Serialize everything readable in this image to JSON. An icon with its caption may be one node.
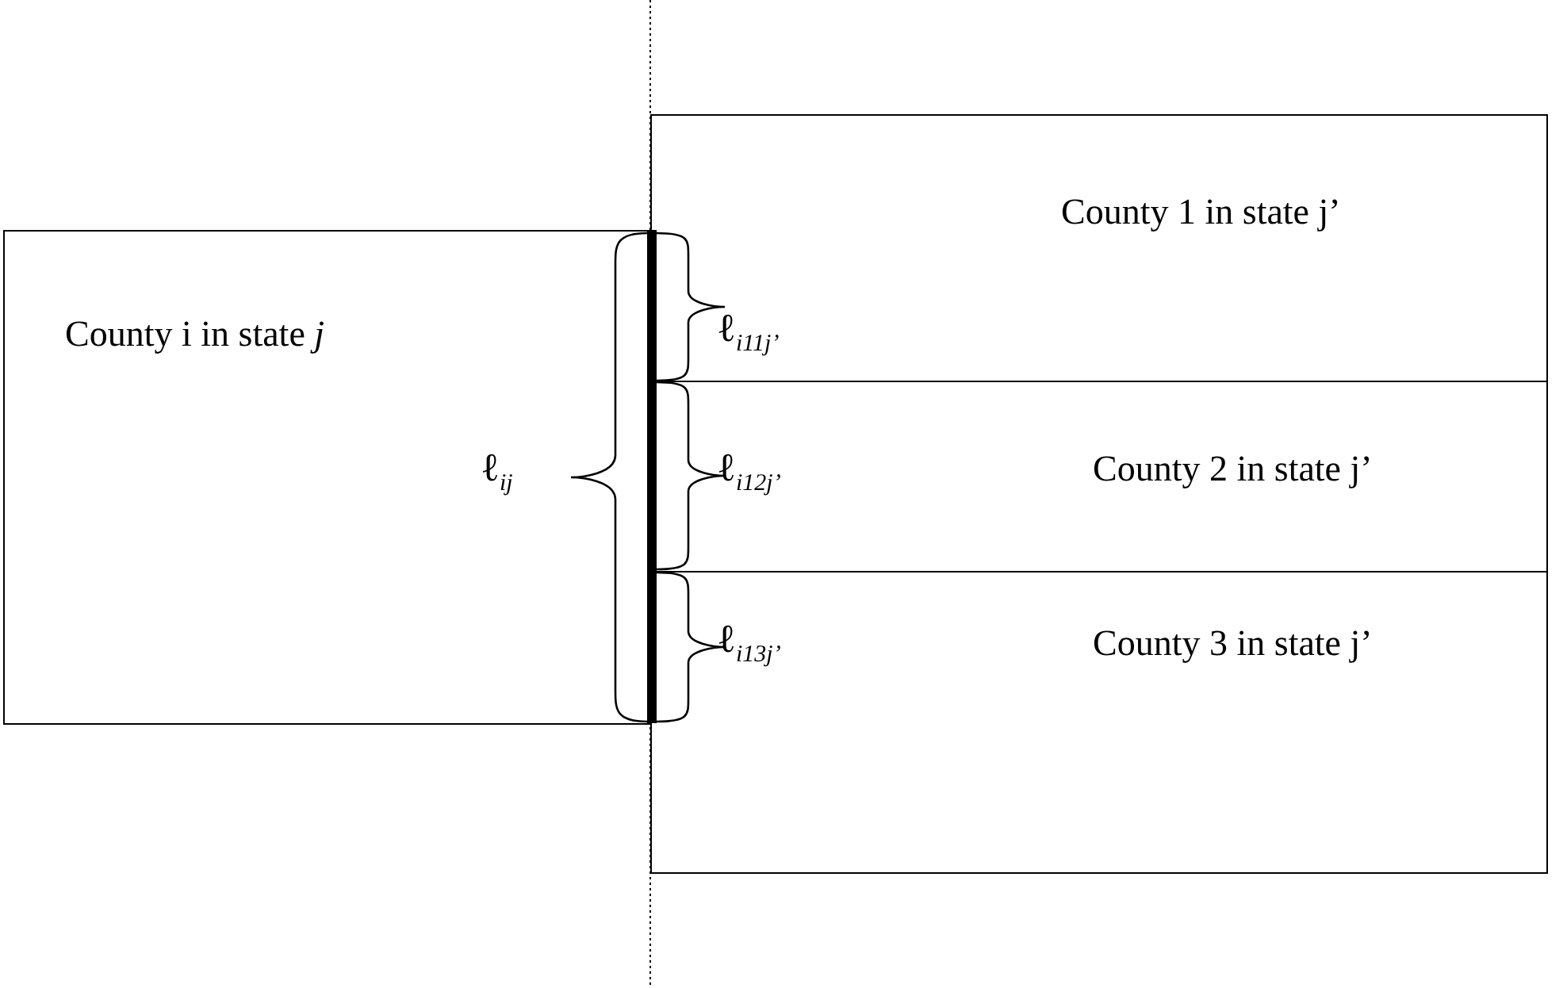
{
  "diagram": {
    "nodes": [
      {
        "text": [
          "County i in state *j*"
        ]
      },
      {
        "text": [
          "County 1 in state j’"
        ]
      },
      {
        "text": [
          "County 2 in state j’"
        ]
      },
      {
        "text": [
          "County 3 in state j’"
        ]
      }
    ],
    "edges": [],
    "labels": [
      "ℓ$_{ij}$",
      "ℓ$_{i11j’}$",
      "ℓ$_{i12j’}$",
      "ℓ$_{i13j’}$"
    ]
  }
}
